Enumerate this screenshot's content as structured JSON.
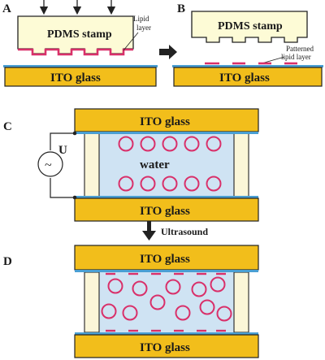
{
  "panels": {
    "a": "A",
    "b": "B",
    "c": "C",
    "d": "D"
  },
  "pdms_stamp": "PDMS stamp",
  "ito_glass": "ITO glass",
  "lipid_layer": [
    "Lipid",
    "layer"
  ],
  "patterned_lipid_layer": [
    "Patterned",
    "lipid layer"
  ],
  "voltage_symbol": "U",
  "ac_symbol": "~",
  "water": "water",
  "ultrasound": "Ultrasound",
  "colors": {
    "glass": "#f2be1b",
    "stamp": "#fdfbd6",
    "lipid": "#d9306a",
    "electrode": "#4a9fd3",
    "water": "#cfe3f3",
    "spacer": "#fbf6d8",
    "outline": "#222222"
  }
}
